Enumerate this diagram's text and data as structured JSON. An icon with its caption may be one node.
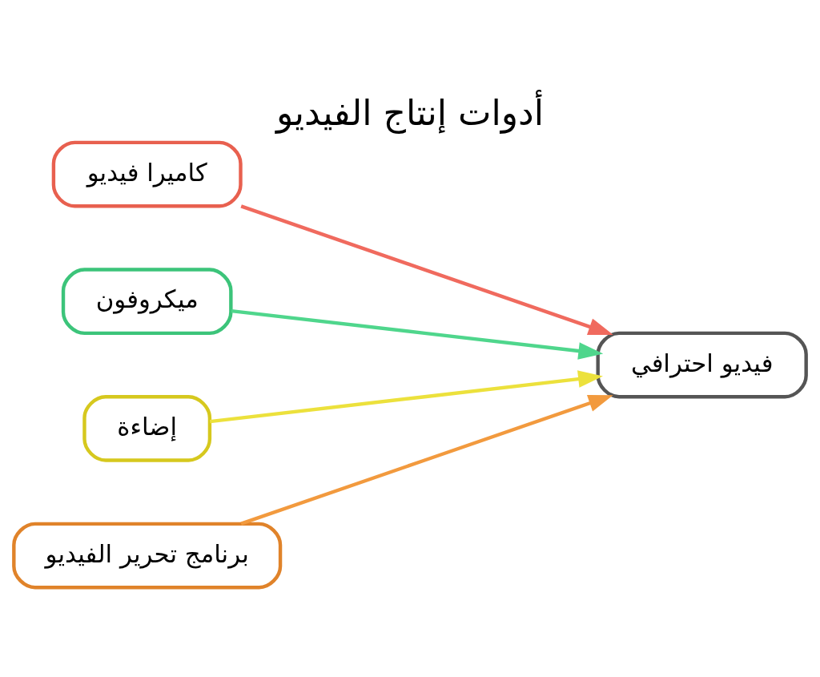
{
  "diagram": {
    "title": "أدوات إنتاج الفيديو",
    "nodes": [
      {
        "text": [
          "كاميرا فيديو"
        ]
      },
      {
        "text": [
          "ميكروفون"
        ]
      },
      {
        "text": [
          "إضاءة"
        ]
      },
      {
        "text": [
          "برنامج تحرير الفيديو"
        ]
      },
      {
        "text": [
          "فيديو احترافي"
        ]
      }
    ],
    "edges": [
      {
        "from": 0,
        "to": 4,
        "arrow": "to",
        "color": "#f06a5e"
      },
      {
        "from": 1,
        "to": 4,
        "arrow": "to",
        "color": "#4fd68c"
      },
      {
        "from": 2,
        "to": 4,
        "arrow": "to",
        "color": "#ece13c"
      },
      {
        "from": 3,
        "to": 4,
        "arrow": "to",
        "color": "#f29a3e"
      }
    ]
  }
}
